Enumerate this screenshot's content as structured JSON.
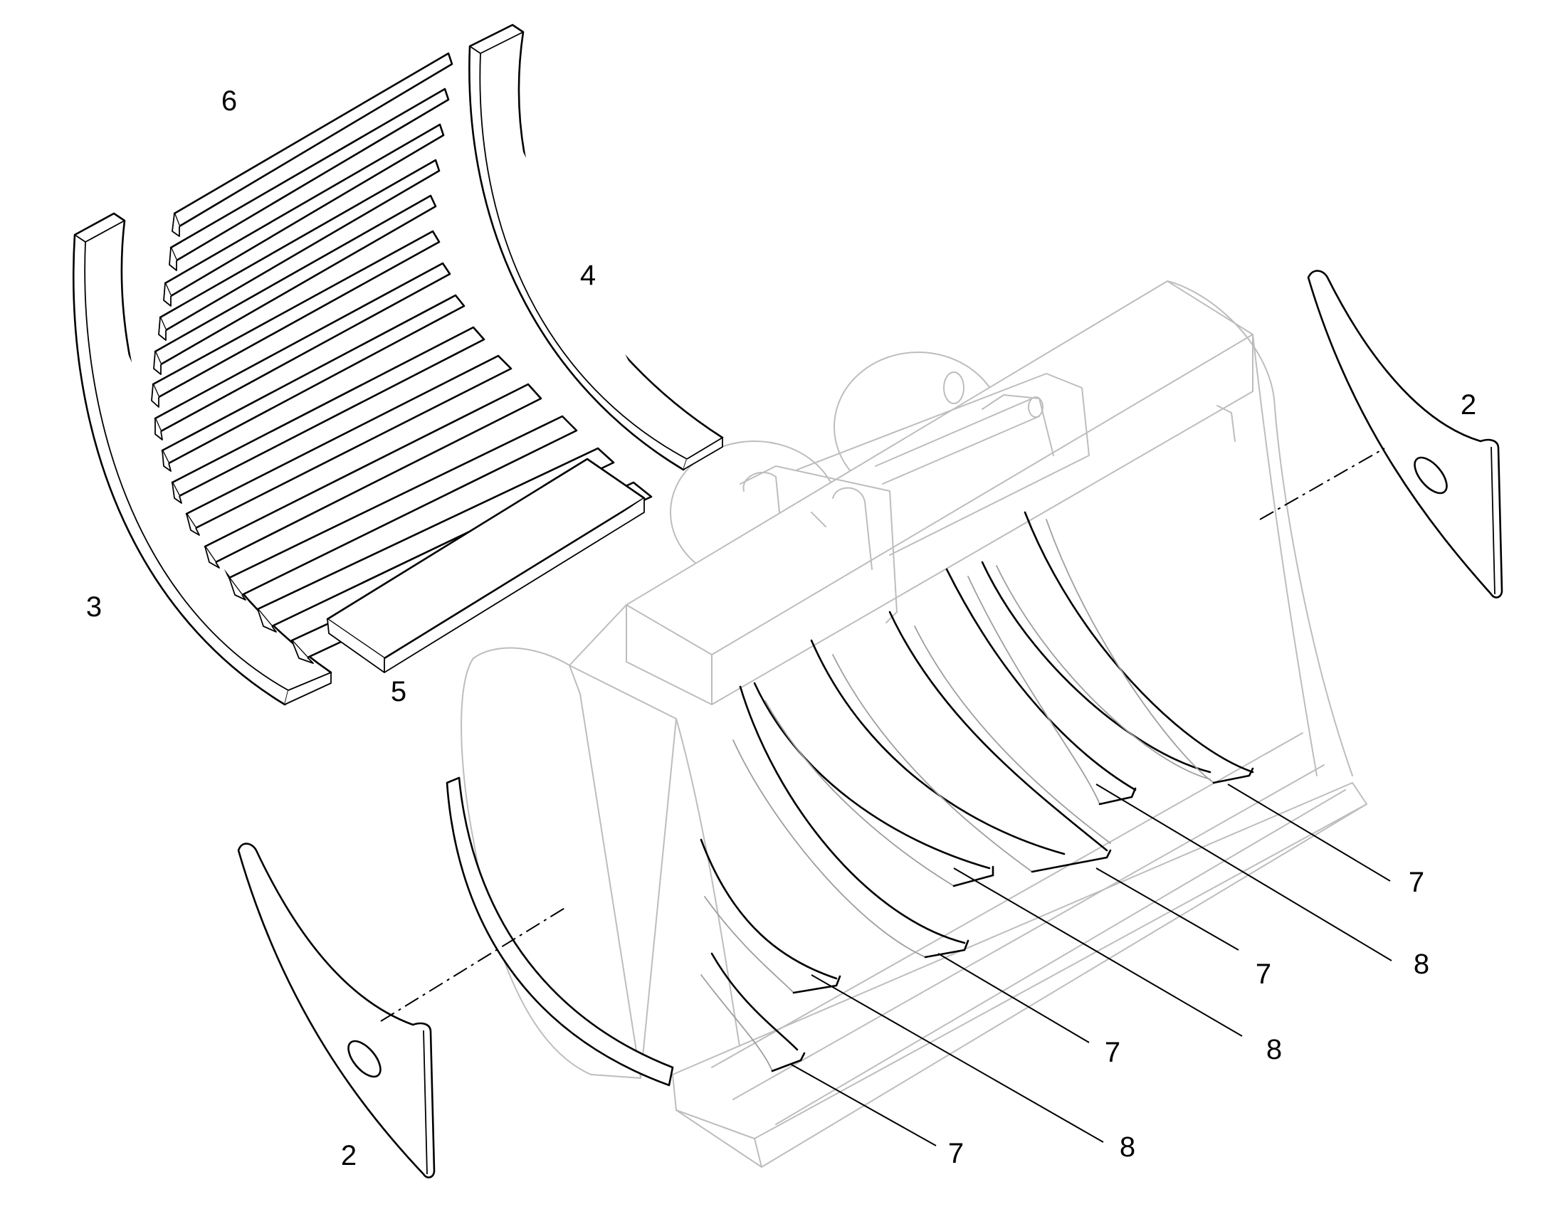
{
  "diagram": {
    "callouts": [
      {
        "id": "c6",
        "text": "6"
      },
      {
        "id": "c4",
        "text": "4"
      },
      {
        "id": "c3",
        "text": "3"
      },
      {
        "id": "c5",
        "text": "5"
      },
      {
        "id": "c2a",
        "text": "2"
      },
      {
        "id": "c2b",
        "text": "2"
      },
      {
        "id": "c7a",
        "text": "7"
      },
      {
        "id": "c8a",
        "text": "8"
      },
      {
        "id": "c7b",
        "text": "7"
      },
      {
        "id": "c8b",
        "text": "8"
      },
      {
        "id": "c7c",
        "text": "7"
      },
      {
        "id": "c8c",
        "text": "8"
      },
      {
        "id": "c7d",
        "text": "7"
      }
    ]
  }
}
